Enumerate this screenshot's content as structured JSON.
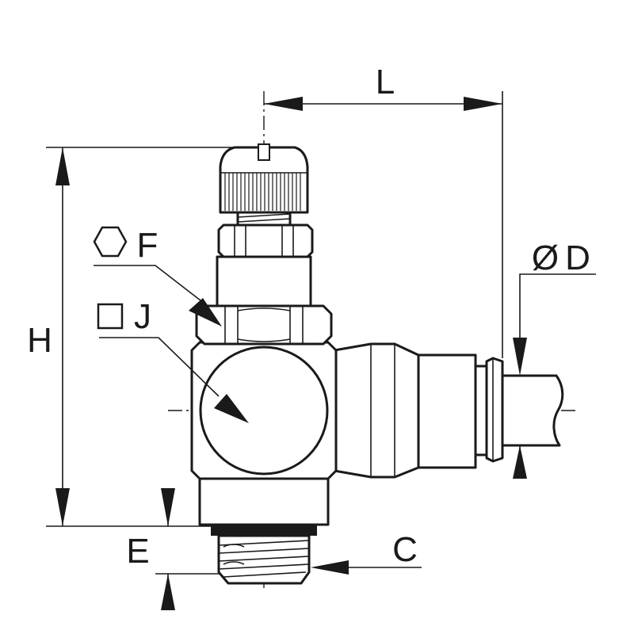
{
  "labels": {
    "length": "L",
    "height": "H",
    "tube_diameter": "D",
    "diameter_symbol": "Ø",
    "hex_size": "F",
    "square_size": "J",
    "thread_length": "E",
    "thread": "C"
  },
  "colors": {
    "ink": "#1a1a1a",
    "background": "#ffffff"
  }
}
